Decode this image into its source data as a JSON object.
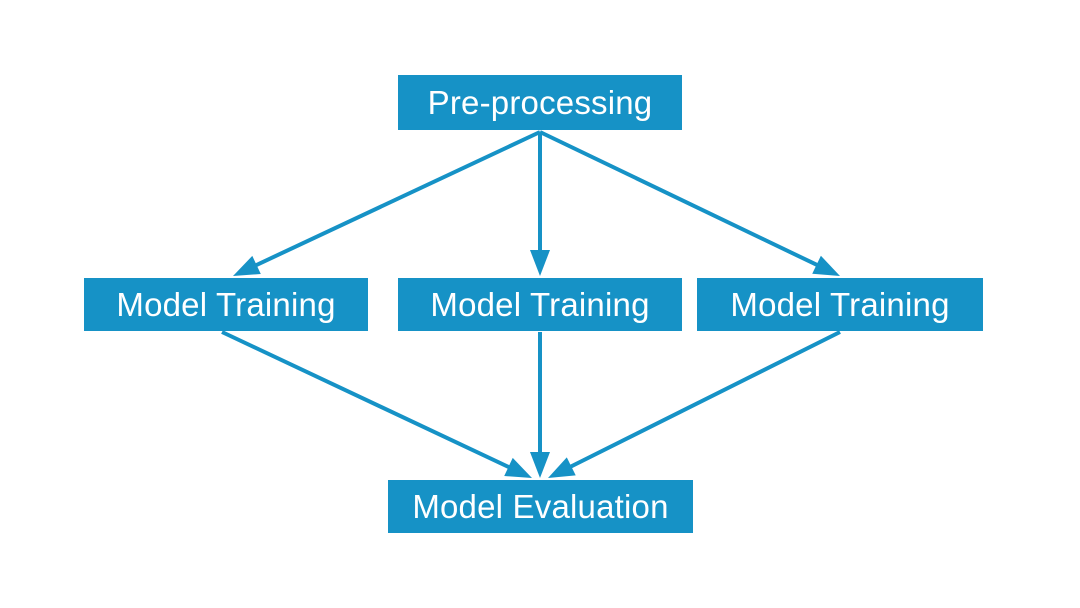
{
  "colors": {
    "node_fill": "#1692c6",
    "node_text": "#ffffff",
    "arrow": "#1692c6",
    "background": "#ffffff"
  },
  "nodes": {
    "preprocessing": "Pre-processing",
    "training_1": "Model Training",
    "training_2": "Model Training",
    "training_3": "Model Training",
    "evaluation": "Model Evaluation"
  },
  "edges": [
    {
      "from": "preprocessing",
      "to": "training_1"
    },
    {
      "from": "preprocessing",
      "to": "training_2"
    },
    {
      "from": "preprocessing",
      "to": "training_3"
    },
    {
      "from": "training_1",
      "to": "evaluation"
    },
    {
      "from": "training_2",
      "to": "evaluation"
    },
    {
      "from": "training_3",
      "to": "evaluation"
    }
  ]
}
